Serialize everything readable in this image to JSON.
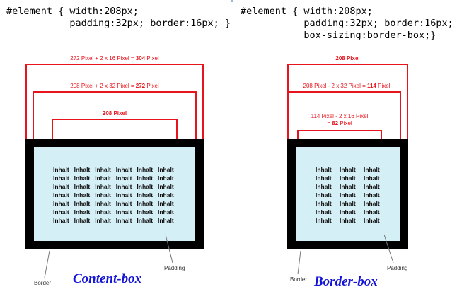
{
  "left": {
    "code_line1": "#element { width:208px;",
    "code_line2": "           padding:32px; border:16px; }",
    "outer_label_pre": "272 Pixel + 2 x 16 Pixel = ",
    "outer_label_bold": "304",
    "outer_label_post": " Pixel",
    "mid_label_pre": "208 Pixel + 2 x 32 Pixel = ",
    "mid_label_bold": "272",
    "mid_label_post": " Pixel",
    "inner_label": "208 Pixel",
    "word": "Inhalt",
    "border_label": "Border",
    "padding_label": "Padding",
    "title": "Content-box"
  },
  "right": {
    "code_line1": "#element { width:208px;",
    "code_line2": "           padding:32px; border:16px;",
    "code_line3": "           box-sizing:border-box;}",
    "outer_label": "208 Pixel",
    "mid_label_pre": "208 Pixel - 2 x 32 Pixel = ",
    "mid_label_bold": "114",
    "mid_label_post": " Pixel",
    "inner_label_line1": "114 Pixel - 2 x 16 Pixel",
    "inner_label_pre": "= ",
    "inner_label_bold": "82",
    "inner_label_post": " Pixel",
    "word": "Inhalt",
    "border_label": "Border",
    "padding_label": "Padding",
    "title": "Border-box"
  },
  "colors": {
    "red": "#e8141c",
    "padding": "#d5eff6",
    "title": "#1414d6"
  }
}
